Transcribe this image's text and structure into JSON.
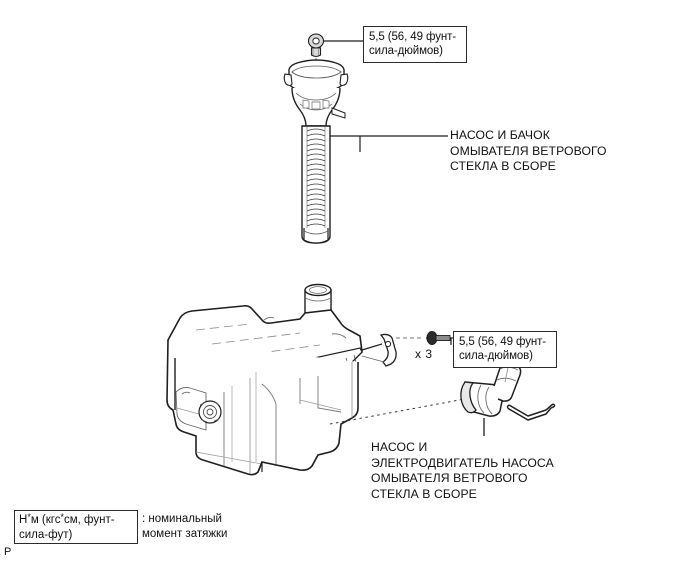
{
  "diagram": {
    "title": "Washer pump and tank assembly exploded view",
    "callouts": [
      {
        "id": "top",
        "text": "5,5 (56, 49 фунт-\nсила-дюймов)"
      },
      {
        "id": "bottom",
        "text": "5,5 (56, 49 фунт-\nсила-дюймов)"
      }
    ],
    "part_labels": [
      {
        "id": "tank",
        "text": "НАСОС И БАЧОК\nОМЫВАТЕЛЯ ВЕТРОВОГО\nСТЕКЛА В СБОРЕ"
      },
      {
        "id": "pump",
        "text": "НАСОС И\nЭЛЕКТРОДВИГАТЕЛЬ НАСОСА\nОМЫВАТЕЛЯ ВЕТРОВОГО\nСТЕКЛА В СБОРЕ"
      }
    ],
    "quantity_marker": "x 3",
    "legend": {
      "unit_prefix": "Н",
      "unit_mid": "м (кгс",
      "unit_mid2": "см, фунт-\nсила-фут)",
      "boxed_text": "Н*м (кгс*см, фунт-\nсила-фут)",
      "description": ": номинальный\nмомент затяжки"
    },
    "corner_mark": "P",
    "colors": {
      "line": "#1f1f1f",
      "thin_line": "#5a5a5a",
      "background": "#ffffff",
      "text": "#111111"
    }
  }
}
